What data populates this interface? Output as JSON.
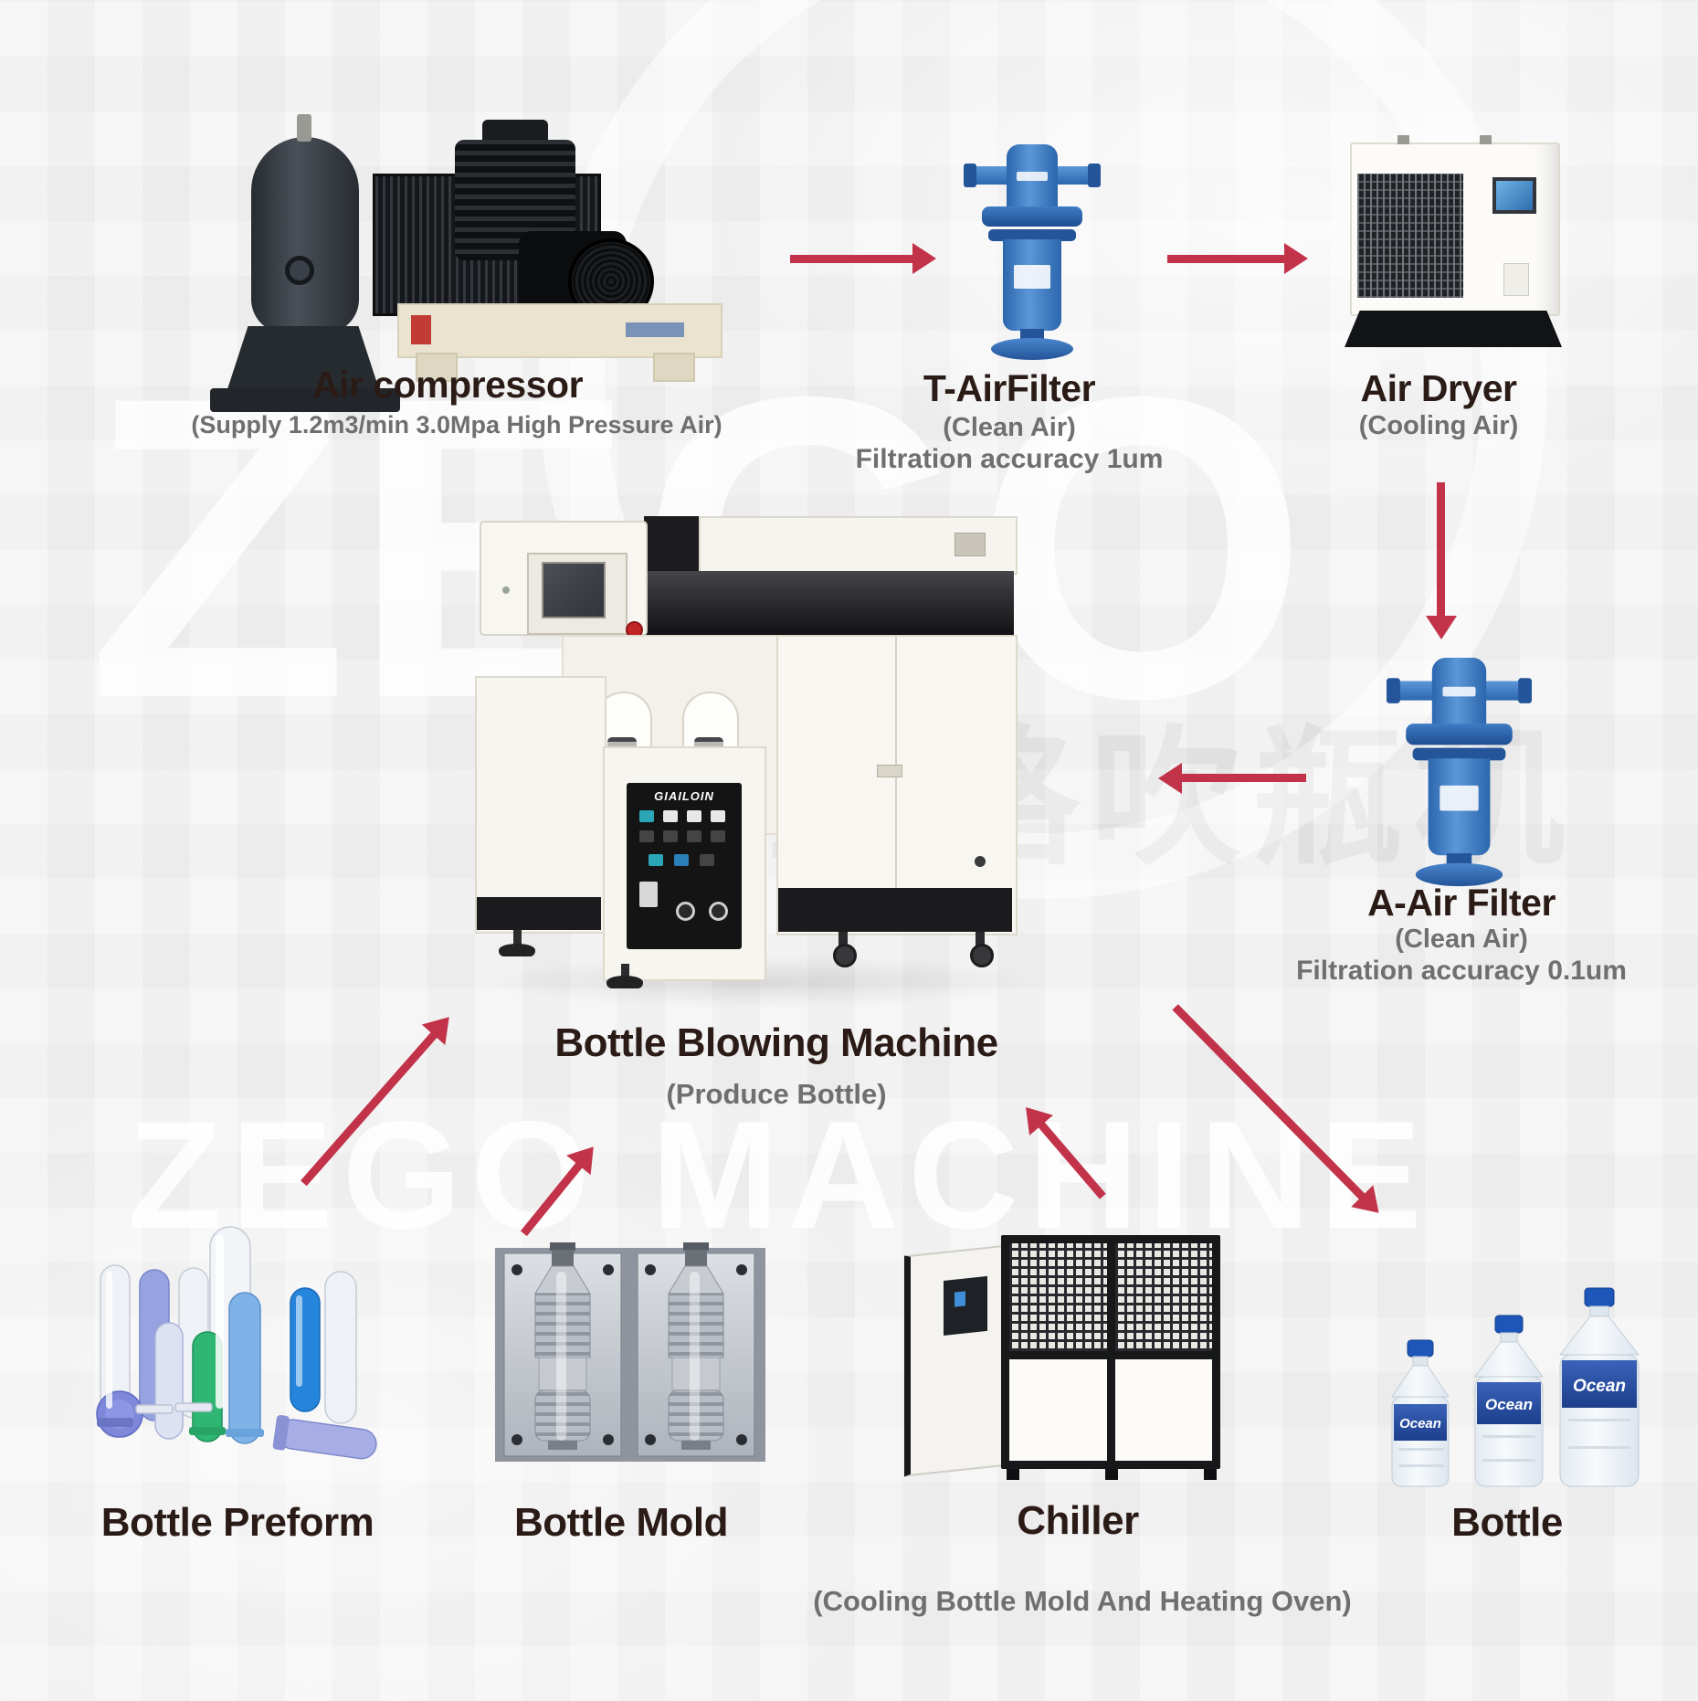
{
  "colors": {
    "background": "#f1f1f1",
    "arrow_red": "#c2334a",
    "title_text": "#2a1b16",
    "subtitle_text": "#6f6f6f",
    "filter_blue": "#3a7cc9",
    "cap_blue": "#1d56b8"
  },
  "watermarks": {
    "brand_top": "ZEGO",
    "brand_bottom": "ZEGO MACHINE",
    "brand_cn": "正格吹瓶机"
  },
  "nodes": {
    "air_compressor": {
      "title": "Air compressor",
      "subtitle": "(Supply 1.2m3/min 3.0Mpa High Pressure Air)"
    },
    "t_air_filter": {
      "title": "T-AirFilter",
      "subtitle": "(Clean Air)",
      "note": "Filtration accuracy 1um"
    },
    "air_dryer": {
      "title": "Air Dryer",
      "subtitle": "(Cooling Air)"
    },
    "a_air_filter": {
      "title": "A-Air Filter",
      "subtitle": "(Clean Air)",
      "note": "Filtration accuracy 0.1um"
    },
    "blowing_machine": {
      "title": "Bottle Blowing Machine",
      "subtitle": "(Produce Bottle)",
      "brand": "GIAILOIN"
    },
    "bottle_preform": {
      "title": "Bottle Preform"
    },
    "bottle_mold": {
      "title": "Bottle Mold"
    },
    "chiller": {
      "title": "Chiller",
      "subtitle": "(Cooling Bottle Mold And Heating Oven)"
    },
    "bottle": {
      "title": "Bottle",
      "brand": "Ocean"
    }
  }
}
